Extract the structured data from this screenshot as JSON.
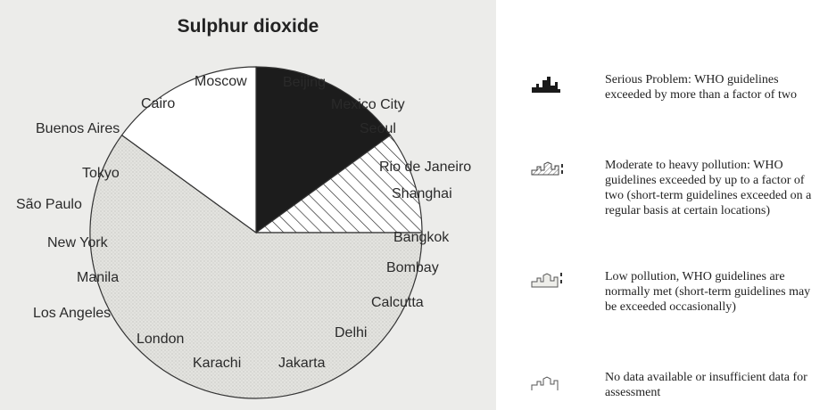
{
  "chart_data": {
    "type": "pie",
    "title": "Sulphur dioxide",
    "series": [
      {
        "category": "serious",
        "value": 3,
        "cities": [
          "Beijing",
          "Mexico City",
          "Seoul"
        ]
      },
      {
        "category": "moderate",
        "value": 2,
        "cities": [
          "Rio de Janeiro",
          "Shanghai"
        ]
      },
      {
        "category": "low",
        "value": 12,
        "cities": [
          "Bangkok",
          "Bombay",
          "Calcutta",
          "Delhi",
          "Jakarta",
          "Karachi",
          "London",
          "Los Angeles",
          "Manila",
          "New York",
          "São Paulo",
          "Tokyo"
        ]
      },
      {
        "category": "no_data",
        "value": 3,
        "cities": [
          "Buenos Aires",
          "Cairo",
          "Moscow"
        ]
      }
    ],
    "labels": [
      "Beijing",
      "Mexico City",
      "Seoul",
      "Rio de Janeiro",
      "Shanghai",
      "Bangkok",
      "Bombay",
      "Calcutta",
      "Delhi",
      "Jakarta",
      "Karachi",
      "London",
      "Los Angeles",
      "Manila",
      "New York",
      "São Paulo",
      "Tokyo",
      "Buenos Aires",
      "Cairo",
      "Moscow"
    ],
    "colors": {
      "serious": "#1c1c1c",
      "moderate": "hatched",
      "low": "#e0e0dc",
      "no_data": "#ffffff"
    }
  },
  "legend": [
    {
      "key": "serious",
      "icon": "skyline-solid-icon",
      "text": "Serious Problem: WHO guidelines exceeded by more than a factor of two"
    },
    {
      "key": "moderate",
      "icon": "skyline-hatched-icon",
      "text": "Moderate to heavy pollution: WHO guidelines exceeded by up to a factor of two (short-term guidelines exceeded on a regular basis at certain locations)"
    },
    {
      "key": "low",
      "icon": "skyline-dotted-icon",
      "text": "Low pollution, WHO guidelines are normally met (short-term guidelines may be exceeded occasionally)"
    },
    {
      "key": "no_data",
      "icon": "skyline-outline-icon",
      "text": "No data available or insufficient data for assessment"
    }
  ]
}
